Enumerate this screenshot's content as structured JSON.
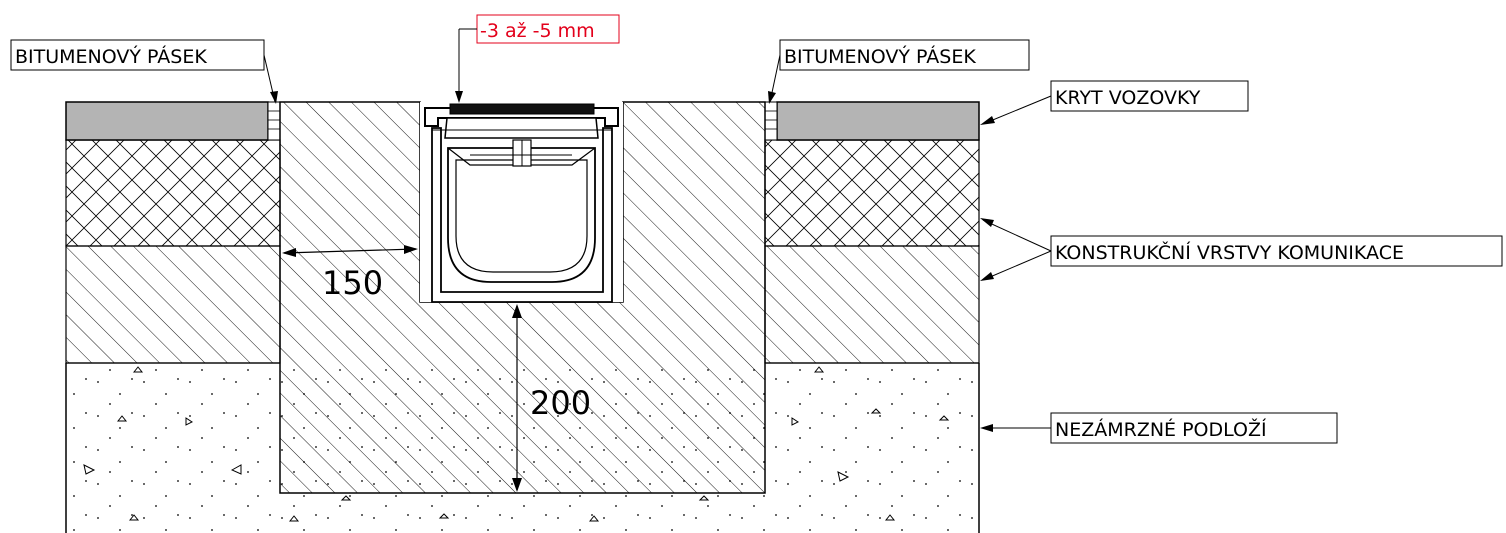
{
  "labels": {
    "bitumen_left": "BITUMENOVÝ PÁSEK",
    "bitumen_right": "BITUMENOVÝ PÁSEK",
    "tolerance": "-3 až -5 mm",
    "road_cover": "KRYT VOZOVKY",
    "construction_layers": "KONSTRUKČNÍ VRSTVY KOMUNIKACE",
    "frost_base": "NEZÁMRZNÉ PODLOŽÍ"
  },
  "dimensions": {
    "side_concrete": "150",
    "bottom_concrete": "200"
  },
  "colors": {
    "asphalt": "#b4b4b4",
    "annotation_red": "#e3001b",
    "line": "#000000"
  }
}
